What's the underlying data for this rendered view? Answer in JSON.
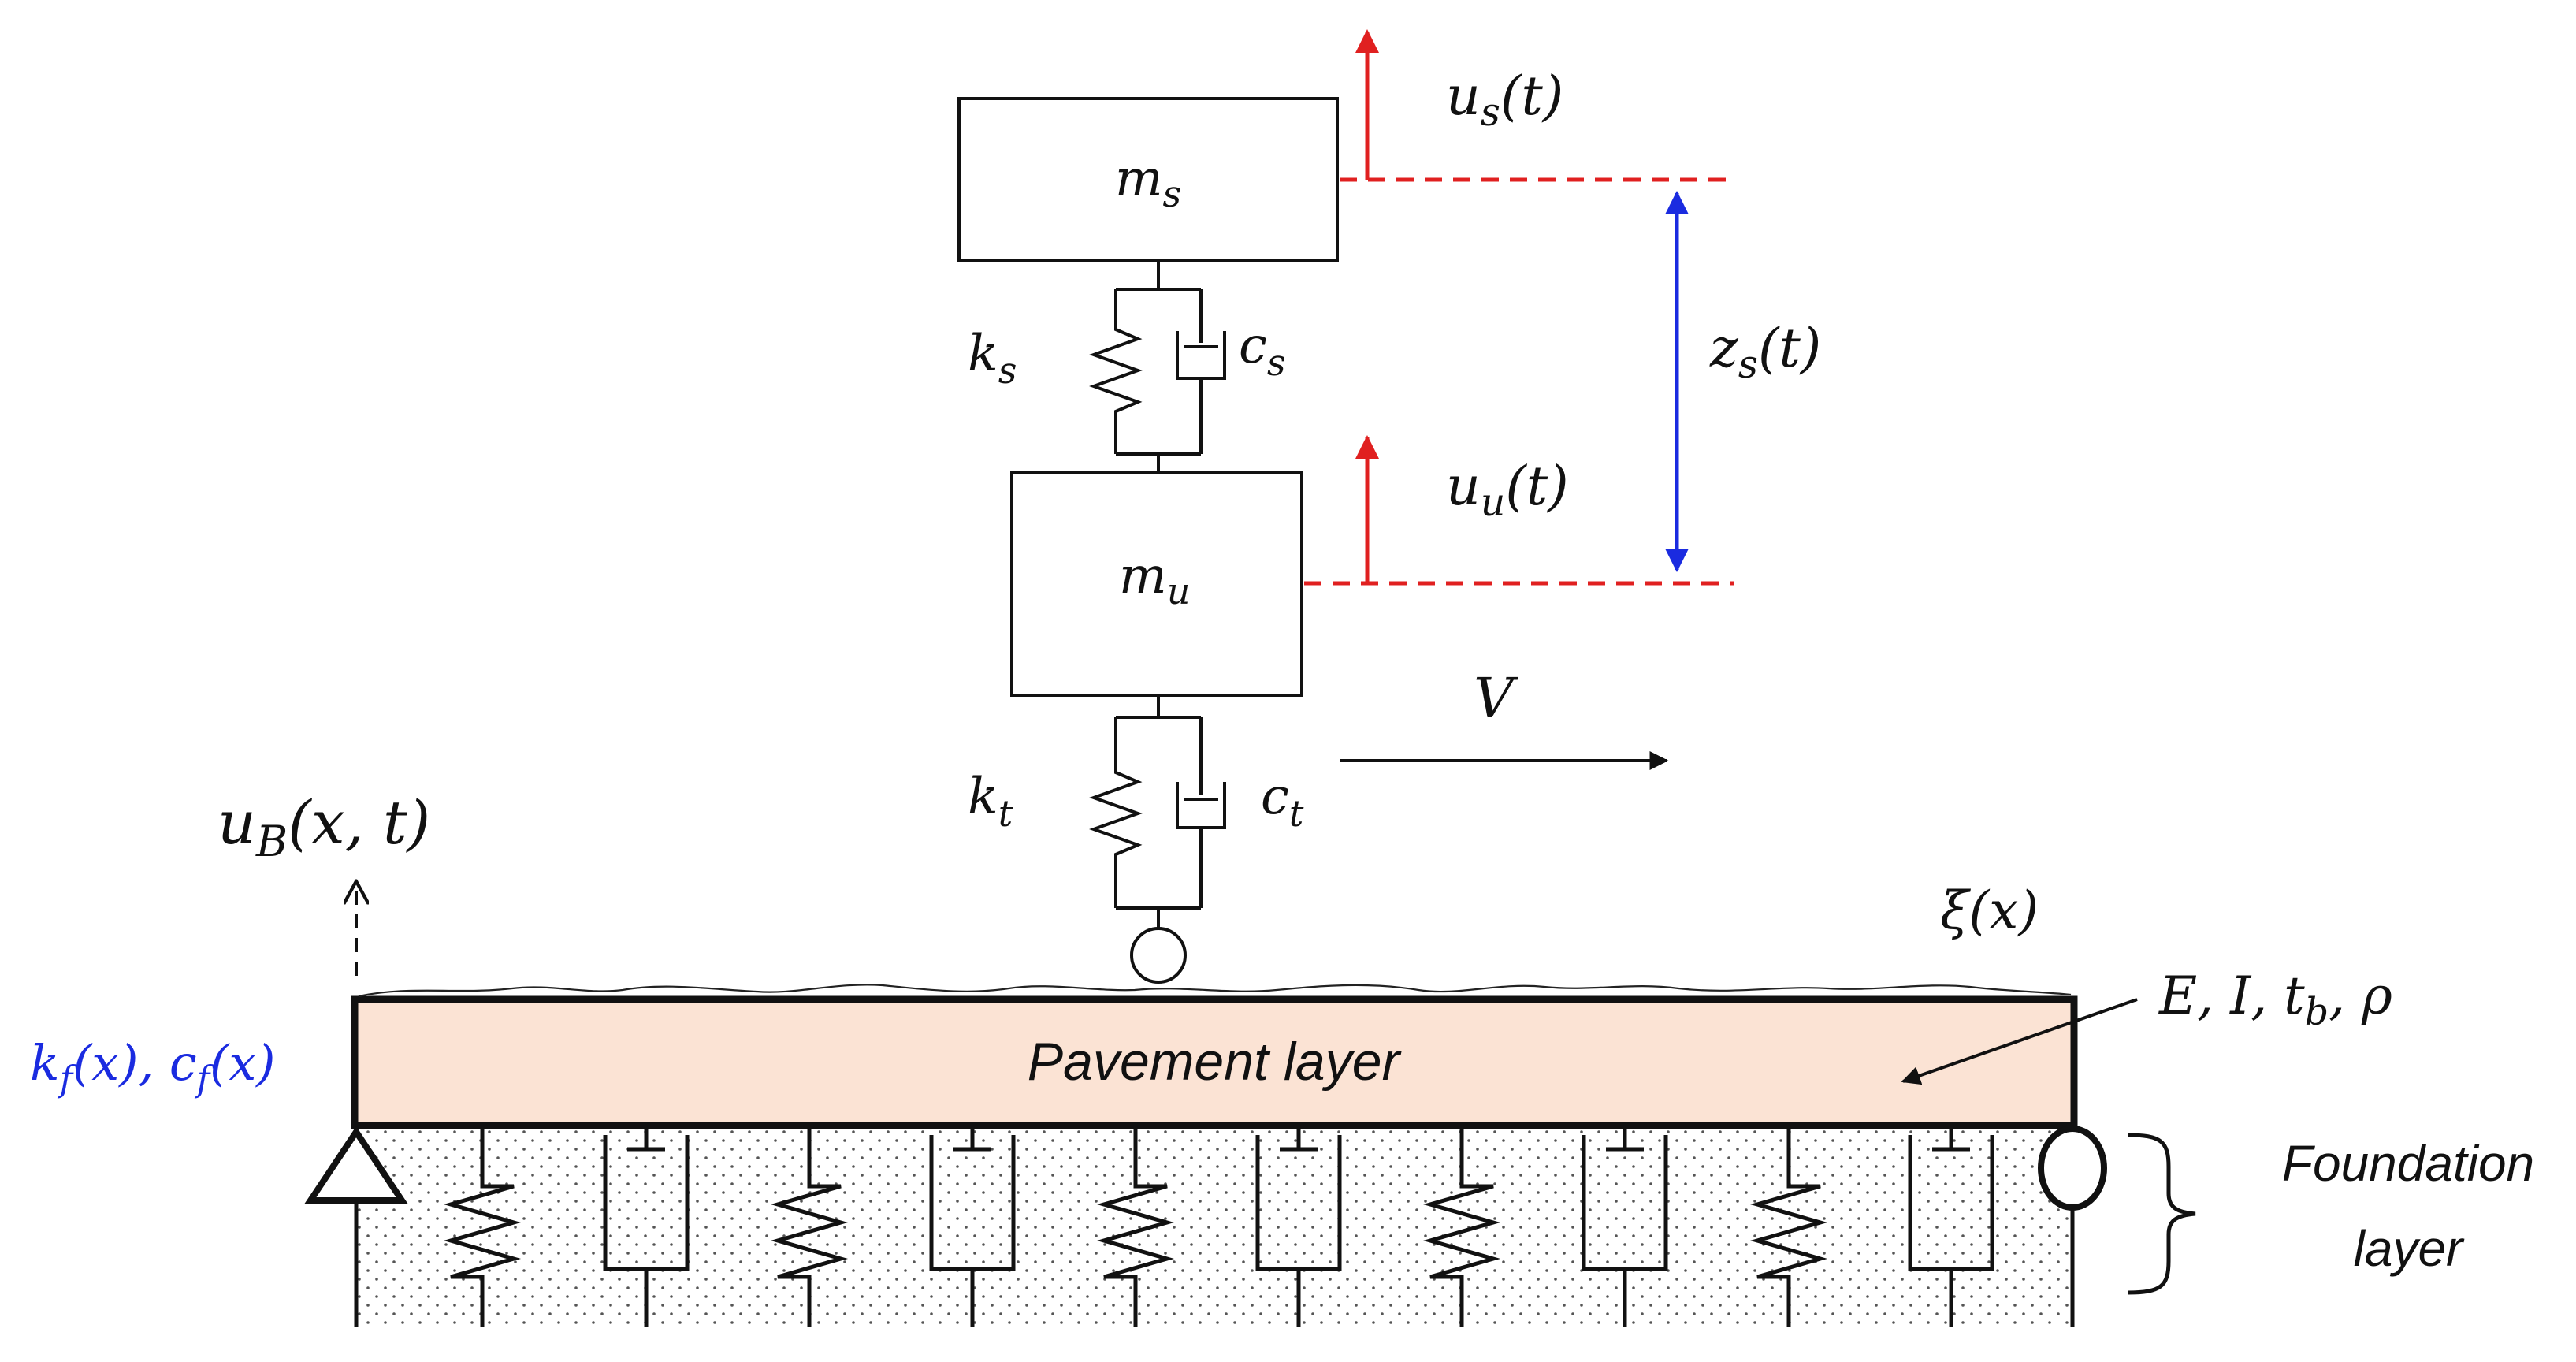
{
  "labels": {
    "mass_sprung": "m",
    "mass_sprung_sub": "s",
    "mass_unsprung": "m",
    "mass_unsprung_sub": "u",
    "k_s": "k",
    "k_s_sub": "s",
    "c_s": "c",
    "c_s_sub": "s",
    "k_t": "k",
    "k_t_sub": "t",
    "c_t": "c",
    "c_t_sub": "t",
    "u_s": "u",
    "u_s_sub": "s",
    "u_s_arg": "(t)",
    "u_u": "u",
    "u_u_sub": "u",
    "u_u_arg": "(t)",
    "z_s": "z",
    "z_s_sub": "s",
    "z_s_arg": "(t)",
    "velocity": "V",
    "u_B": "u",
    "u_B_sub": "B",
    "u_B_arg": "(x, t)",
    "xi": "ξ(x)",
    "beam_props": "E, I, t",
    "beam_props_sub": "b",
    "beam_props_tail": ", ρ",
    "kf": "k",
    "kf_sub": "f",
    "kf_arg": "(x), ",
    "cf": "c",
    "cf_sub": "f",
    "cf_arg": "(x)",
    "pavement": "Pavement layer",
    "foundation_line1": "Foundation",
    "foundation_line2": "layer"
  },
  "colors": {
    "structure": "#111111",
    "displacement_arrow": "#e02020",
    "relative_arrow": "#1a2be0",
    "foundation_params": "#1a2be0",
    "pavement_fill": "#fbe3d4",
    "soil_dots": "#555555"
  },
  "icons": {
    "pin_support": "triangle-support-icon",
    "roller_support": "roller-support-icon",
    "wheel": "contact-wheel-icon",
    "foundation_brace": "curly-brace-icon"
  }
}
